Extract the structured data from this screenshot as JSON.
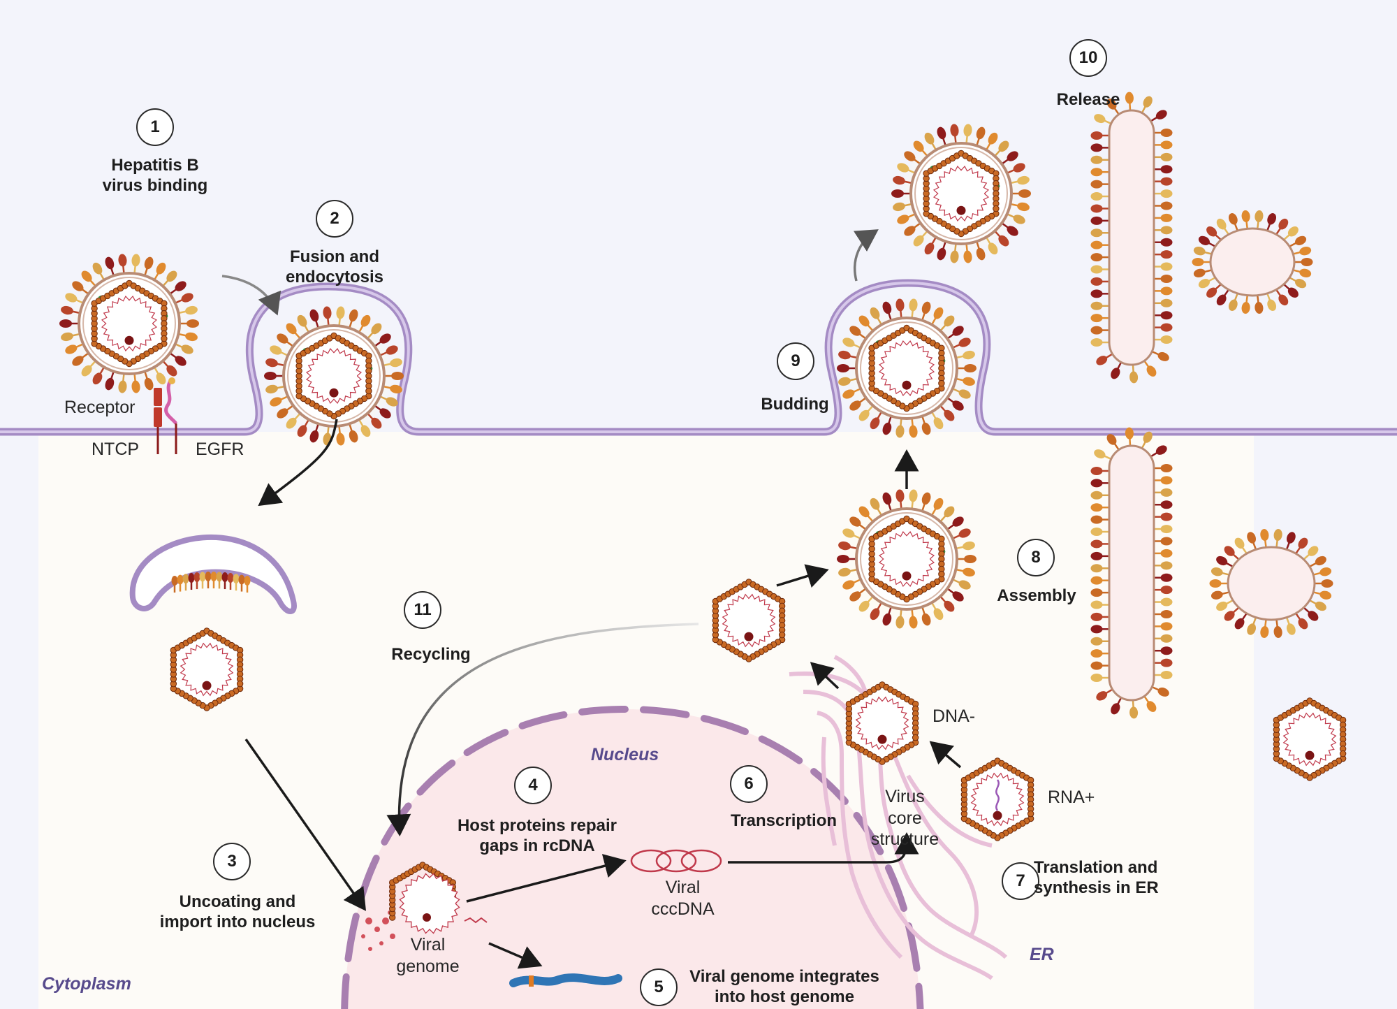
{
  "steps": [
    {
      "num": "1",
      "label": "Hepatitis B\nvirus binding"
    },
    {
      "num": "2",
      "label": "Fusion and\nendocytosis"
    },
    {
      "num": "3",
      "label": "Uncoating and\nimport into nucleus"
    },
    {
      "num": "4",
      "label": "Host proteins repair\ngaps in rcDNA"
    },
    {
      "num": "5",
      "label": "Viral genome integrates\ninto host genome"
    },
    {
      "num": "6",
      "label": "Transcription"
    },
    {
      "num": "7",
      "label": "Translation and\nsynthesis in ER"
    },
    {
      "num": "8",
      "label": "Assembly"
    },
    {
      "num": "9",
      "label": "Budding"
    },
    {
      "num": "10",
      "label": "Release"
    },
    {
      "num": "11",
      "label": "Recycling"
    }
  ],
  "labels": {
    "receptor": "Receptor",
    "ntcp": "NTCP",
    "egfr": "EGFR",
    "viral_genome": "Viral\ngenome",
    "viral_cccdna": "Viral\ncccDNA",
    "dna_minus": "DNA-",
    "rna_plus": "RNA+",
    "virus_core": "Virus\ncore\nstructure"
  },
  "regions": {
    "cytoplasm": "Cytoplasm",
    "nucleus": "Nucleus",
    "er": "ER"
  },
  "colors": {
    "membrane": "#a48bc4",
    "membrane_inner": "#d7c8ea",
    "capsid": "#c96a24",
    "envelope": "#b88b74",
    "cell_bg": "#fdfbf7",
    "nucleus_fill": "#fbe8ea",
    "er": "#e8bfd8",
    "genome": "#c0394b",
    "host_dna": "#2f75b5"
  },
  "icons": [
    "hbv-virion-icon",
    "capsid-icon",
    "filament-icon",
    "spherical-particle-icon",
    "ntcp-receptor-icon",
    "egfr-receptor-icon",
    "cccdna-icon",
    "host-genome-icon",
    "er-icon",
    "arrow-icon"
  ]
}
